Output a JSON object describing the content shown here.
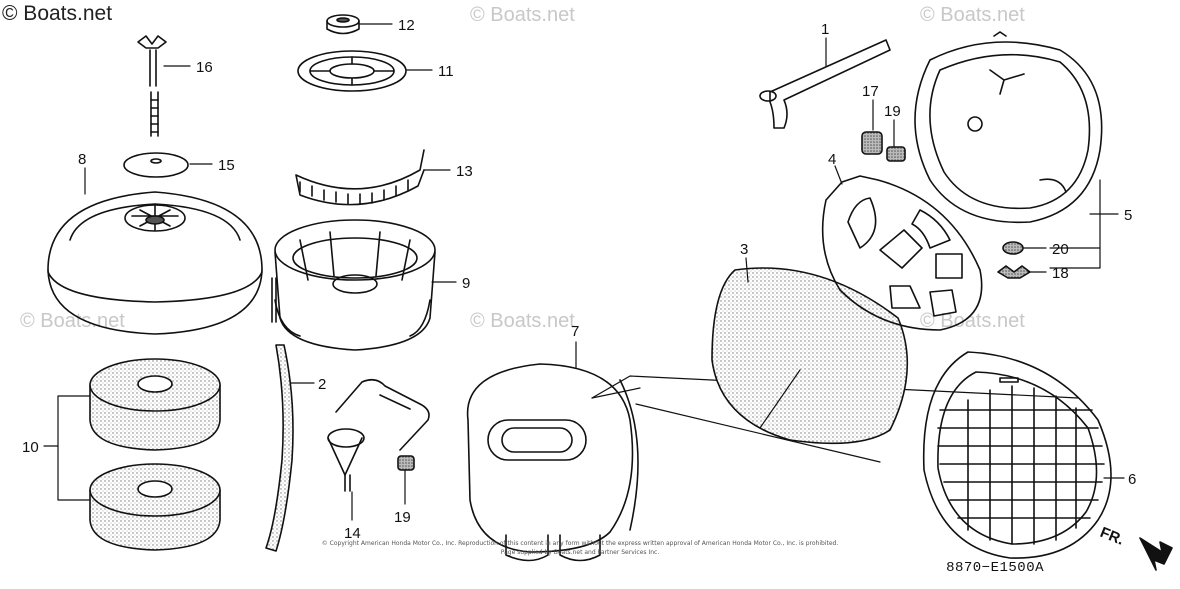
{
  "watermark": {
    "main": "© Boats.net",
    "faint": "© Boats.net"
  },
  "diagram_code": "8870−E1500A",
  "direction_marker": "FR.",
  "copyright_lines": [
    "© Copyright American Honda Motor Co., Inc. Reproduction of this content in any form without the express written approval of American Honda Motor Co., Inc. is prohibited.",
    "Page supplied by Boats.net and Partner Services Inc."
  ],
  "callouts": {
    "p1": "1",
    "p2": "2",
    "p3": "3",
    "p4": "4",
    "p5": "5",
    "p6": "6",
    "p7": "7",
    "p8": "8",
    "p9": "9",
    "p10": "10",
    "p11": "11",
    "p12": "12",
    "p13": "13",
    "p14": "14",
    "p15": "15",
    "p16": "16",
    "p17": "17",
    "p18": "18",
    "p19a": "19",
    "p19b": "19",
    "p20": "20"
  },
  "colors": {
    "ink": "#111111",
    "shade": "#9a9a9a",
    "watermark": "#c8c8c8"
  }
}
